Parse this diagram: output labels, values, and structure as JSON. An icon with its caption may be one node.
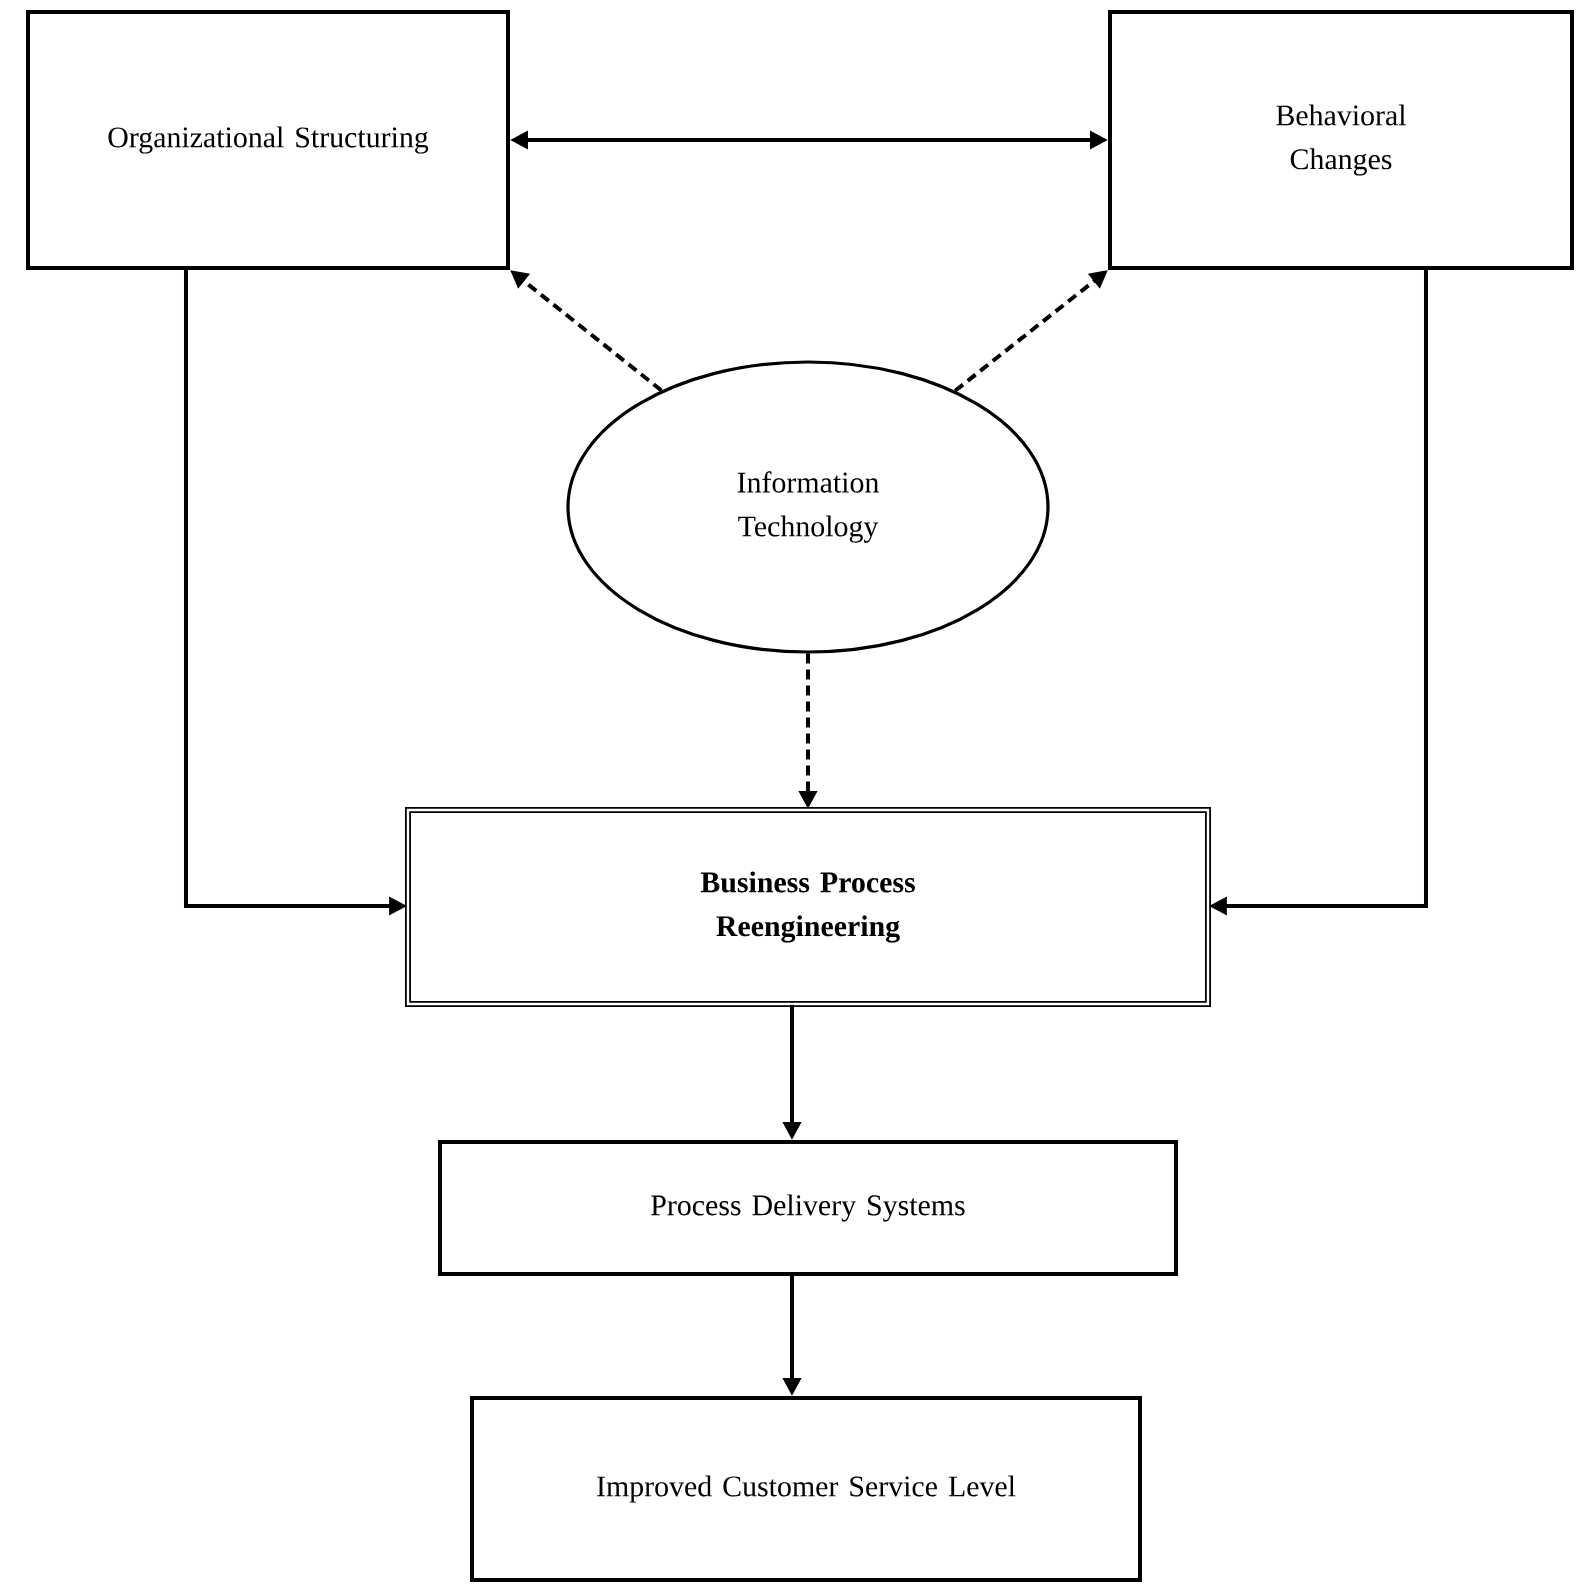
{
  "diagram": {
    "nodes": [
      {
        "text": [
          "Organizational Structuring"
        ]
      },
      {
        "text": [
          "Behavioral Changes"
        ]
      },
      {
        "text": [
          "Information Technology"
        ]
      },
      {
        "text": [
          "Business Process Reengineering"
        ]
      },
      {
        "text": [
          "Process Delivery Systems"
        ]
      },
      {
        "text": [
          "Improved Customer Service Level"
        ]
      }
    ],
    "edges": [
      {
        "from": 0,
        "to": 1,
        "arrow": "both"
      },
      {
        "from": 2,
        "to": 0,
        "arrow": "to",
        "style": "dashed"
      },
      {
        "from": 2,
        "to": 1,
        "arrow": "to",
        "style": "dashed"
      },
      {
        "from": 2,
        "to": 3,
        "arrow": "to",
        "style": "dashed"
      },
      {
        "from": 0,
        "to": 3,
        "arrow": "to"
      },
      {
        "from": 1,
        "to": 3,
        "arrow": "to"
      },
      {
        "from": 3,
        "to": 4,
        "arrow": "to"
      },
      {
        "from": 4,
        "to": 5,
        "arrow": "to"
      }
    ]
  }
}
